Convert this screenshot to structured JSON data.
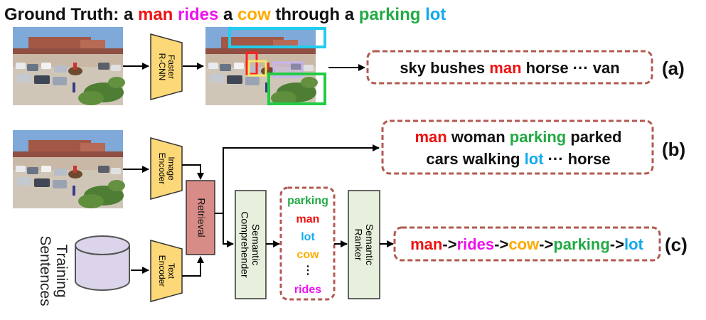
{
  "colors": {
    "red": "#ee1111",
    "magenta": "#ee11ee",
    "orange": "#ffaa00",
    "green": "#22aa44",
    "blue": "#11aaee",
    "black": "#111111",
    "module_yellow": "#fcd878",
    "module_green": "#e6f0dc",
    "retrieval_pink": "#d88c88",
    "dashed_border": "#b35a50",
    "db_fill": "#dcd4ea"
  },
  "title": {
    "prefix": "Ground Truth:",
    "tokens": [
      {
        "text": "a",
        "color": "black"
      },
      {
        "text": "man",
        "color": "red"
      },
      {
        "text": "rides",
        "color": "magenta"
      },
      {
        "text": "a",
        "color": "black"
      },
      {
        "text": "cow",
        "color": "orange"
      },
      {
        "text": "through",
        "color": "black"
      },
      {
        "text": "a",
        "color": "black"
      },
      {
        "text": "parking",
        "color": "green"
      },
      {
        "text": "lot",
        "color": "blue"
      }
    ]
  },
  "modules": {
    "faster_rcnn": [
      "Faster",
      "R-CNN"
    ],
    "image_encoder": [
      "Image",
      "Encoder"
    ],
    "text_encoder": [
      "Text",
      "Encoder"
    ],
    "retrieval": "Retrieval",
    "semantic_comprehender": [
      "Semantic",
      "Comprehender"
    ],
    "semantic_ranker": [
      "Semantic",
      "Ranker"
    ]
  },
  "database_label": [
    "Training",
    "Sentences"
  ],
  "row_a": {
    "words": [
      {
        "text": "sky",
        "color": "black"
      },
      {
        "text": "bushes",
        "color": "black"
      },
      {
        "text": "man",
        "color": "red"
      },
      {
        "text": "horse",
        "color": "black"
      },
      {
        "text": "···",
        "color": "black"
      },
      {
        "text": "van",
        "color": "black"
      }
    ],
    "tag": "(a)"
  },
  "row_b": {
    "line1": [
      {
        "text": "man",
        "color": "red"
      },
      {
        "text": "woman",
        "color": "black"
      },
      {
        "text": "parking",
        "color": "green"
      },
      {
        "text": "parked",
        "color": "black"
      }
    ],
    "line2": [
      {
        "text": "cars",
        "color": "black"
      },
      {
        "text": "walking",
        "color": "black"
      },
      {
        "text": "lot",
        "color": "blue"
      },
      {
        "text": "···",
        "color": "black"
      },
      {
        "text": "horse",
        "color": "black"
      }
    ],
    "tag": "(b)"
  },
  "semantic_words": [
    {
      "text": "parking",
      "color": "green"
    },
    {
      "text": "man",
      "color": "red"
    },
    {
      "text": "lot",
      "color": "blue"
    },
    {
      "text": "cow",
      "color": "orange"
    },
    {
      "text": "⋮",
      "color": "black"
    },
    {
      "text": "rides",
      "color": "magenta"
    }
  ],
  "row_c": {
    "tokens": [
      {
        "text": "man",
        "color": "red"
      },
      {
        "text": "->",
        "color": "black"
      },
      {
        "text": "rides",
        "color": "magenta"
      },
      {
        "text": "->",
        "color": "black"
      },
      {
        "text": "cow",
        "color": "orange"
      },
      {
        "text": "->",
        "color": "black"
      },
      {
        "text": "parking",
        "color": "green"
      },
      {
        "text": "->",
        "color": "black"
      },
      {
        "text": "lot",
        "color": "blue"
      }
    ],
    "tag": "(c)"
  }
}
